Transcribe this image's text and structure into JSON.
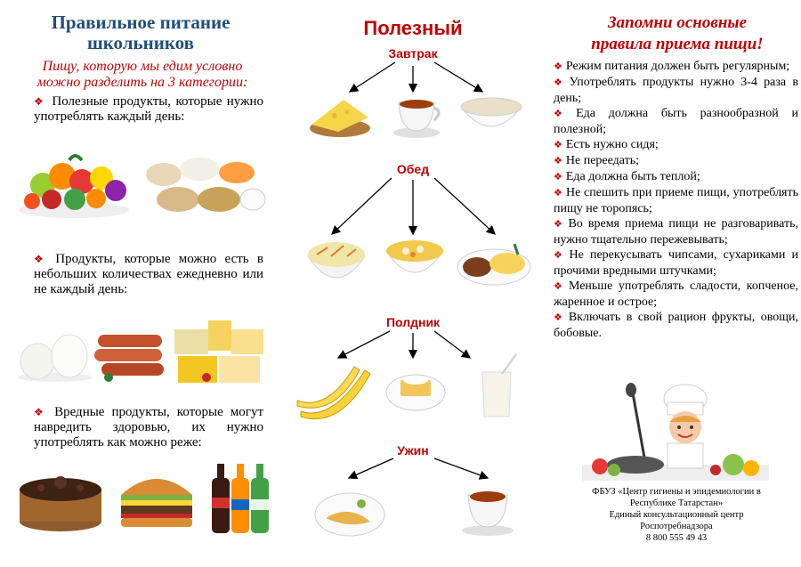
{
  "left": {
    "title_line1": "Правильное питание",
    "title_line2": "школьников",
    "subtitle_line1": "Пищу, которую мы едим условно",
    "subtitle_line2": "можно разделить на 3 категории:",
    "cat1": "Полезные продукты, которые нужно употреблять каждый день:",
    "cat2": "Продукты, которые можно есть в небольших количествах ежедневно или не каждый день:",
    "cat3": "Вредные продукты, которые могут навредить здоровью, их нужно употреблять как можно реже:"
  },
  "middle": {
    "title": "Полезный",
    "breakfast": "Завтрак",
    "lunch": "Обед",
    "snack": "Полдник",
    "dinner": "Ужин"
  },
  "right": {
    "title_line1": "Запомни основные",
    "title_line2": "правила приема пищи!",
    "rules": [
      "Режим питания должен быть регулярным;",
      "Употреблять продукты нужно 3-4 раза в день;",
      "Еда должна быть разнообразной и полезной;",
      "Есть нужно сидя;",
      "Не переедать;",
      "Еда должна быть теплой;",
      "Не спешить при приеме пищи, употреблять пищу не торопясь;",
      "Во время приема пищи не разговаривать, нужно тщательно пережевывать;",
      "Не перекусывать чипсами, сухариками и прочими вредными штучками;",
      "Меньше употреблять сладости, копченое, жаренное и острое;",
      "Включать в свой рацион фрукты, овощи, бобовые."
    ],
    "footer": {
      "line1": "ФБУЗ «Центр гигиены и эпидемиологии в",
      "line2": "Республике Татарстан»",
      "line3": "Единый консультационный центр",
      "line4": "Роспотребнадзора",
      "line5": "8 800 555 49 43"
    }
  },
  "colors": {
    "title_blue": "#1f4e79",
    "accent_red": "#c00000"
  }
}
